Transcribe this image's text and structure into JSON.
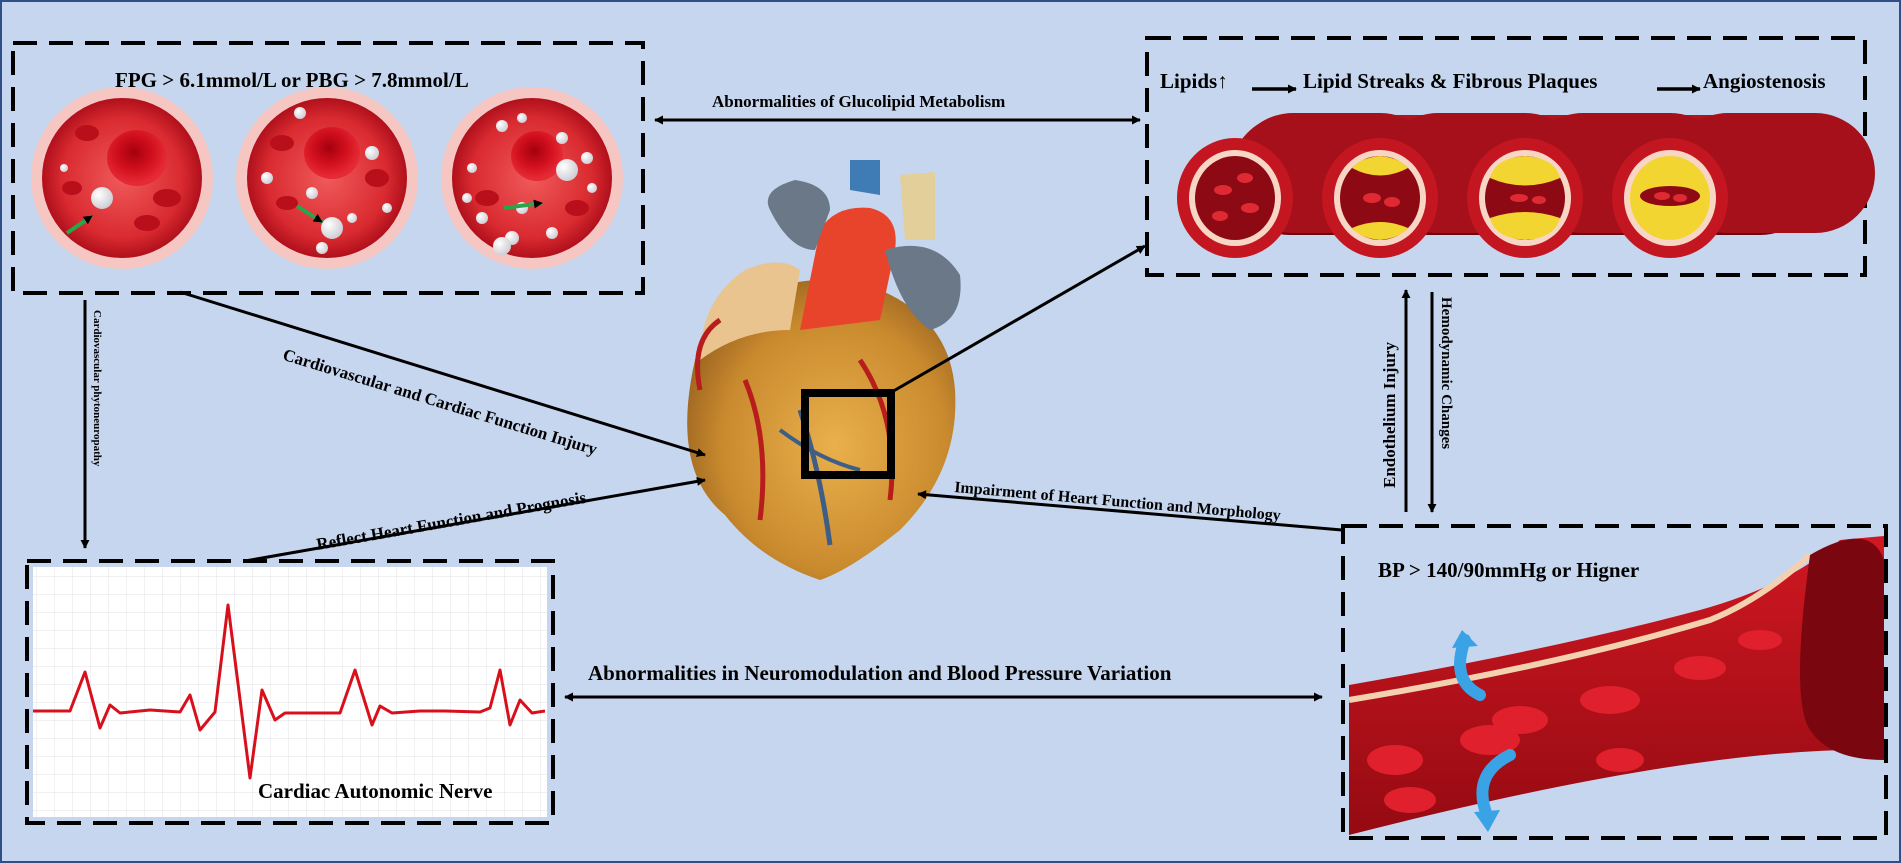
{
  "glucose": {
    "title": "FPG > 6.1mmol/L or PBG > 7.8mmol/L"
  },
  "lipids": {
    "step1": "Lipids↑",
    "step2": "Lipid Streaks & Fibrous Plaques",
    "step3": "Angiostenosis"
  },
  "bp": {
    "title": "BP > 140/90mmHg or Higner"
  },
  "ecg": {
    "title": "Cardiac Autonomic Nerve"
  },
  "links": {
    "glucolipid": "Abnormalities of Glucolipid Metabolism",
    "cardio_injury": "Cardiovascular and Cardiac Function Injury",
    "phytoneuropathy": "Cardiovascular phytoneuropathy",
    "reflect": "Reflect Heart Function and Prognosis",
    "impairment": "Impairment of Heart Function and Morphology",
    "endothelium": "Endothelium Injury",
    "hemodynamic": "Hemodynamic Changes",
    "neuromodulation": "Abnormalities in Neuromodulation and Blood Pressure Variation"
  },
  "colors": {
    "background": "#c6d6ee",
    "frame": "#2f4f86",
    "blood_red": "#c8101e",
    "lipid_yellow": "#f3d531",
    "ecg_line": "#d8101c",
    "flow_arrow": "#3aa3e6",
    "green_arrow": "#27a64a"
  }
}
